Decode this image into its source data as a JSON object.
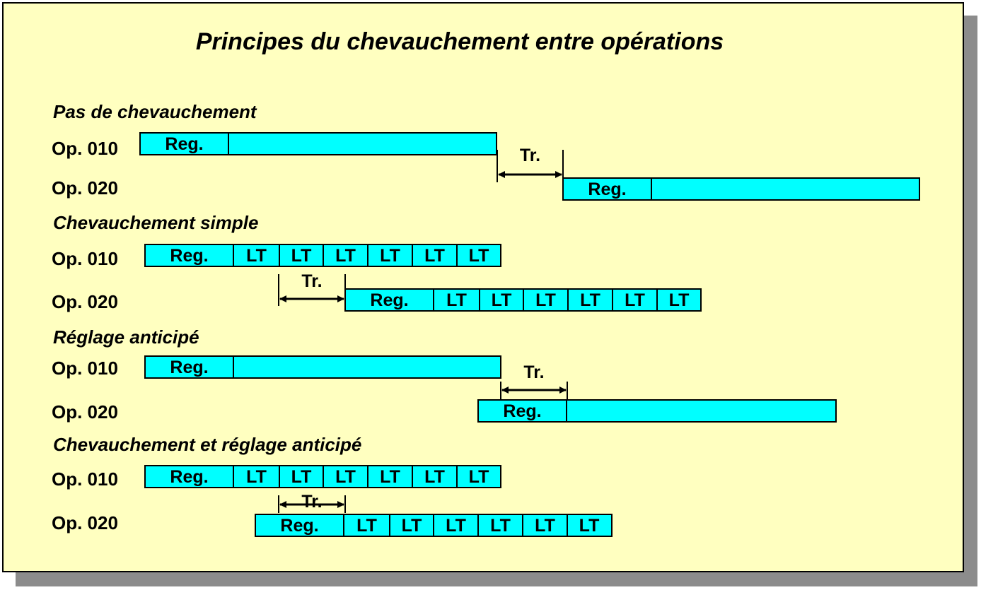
{
  "title": "Principes du chevauchement entre opérations",
  "colors": {
    "background": "#ffffc0",
    "bar": "#00ffff",
    "shadow": "#8c8c8c",
    "ink": "#000000"
  },
  "sections": [
    {
      "heading": "Pas de chevauchement",
      "rows": [
        {
          "label": "Op. 010",
          "cells": [
            "Reg.",
            ""
          ]
        },
        {
          "label": "Op. 020",
          "cells": [
            "Reg.",
            ""
          ]
        }
      ],
      "transfer": "Tr."
    },
    {
      "heading": "Chevauchement simple",
      "rows": [
        {
          "label": "Op. 010",
          "cells": [
            "Reg.",
            "LT",
            "LT",
            "LT",
            "LT",
            "LT",
            "LT"
          ]
        },
        {
          "label": "Op. 020",
          "cells": [
            "Reg.",
            "LT",
            "LT",
            "LT",
            "LT",
            "LT",
            "LT"
          ]
        }
      ],
      "transfer": "Tr."
    },
    {
      "heading": "Réglage anticipé",
      "rows": [
        {
          "label": "Op. 010",
          "cells": [
            "Reg.",
            ""
          ]
        },
        {
          "label": "Op. 020",
          "cells": [
            "Reg.",
            ""
          ]
        }
      ],
      "transfer": "Tr."
    },
    {
      "heading": "Chevauchement et réglage anticipé",
      "rows": [
        {
          "label": "Op. 010",
          "cells": [
            "Reg.",
            "LT",
            "LT",
            "LT",
            "LT",
            "LT",
            "LT"
          ]
        },
        {
          "label": "Op. 020",
          "cells": [
            "Reg.",
            "LT",
            "LT",
            "LT",
            "LT",
            "LT",
            "LT"
          ]
        }
      ],
      "transfer": "Tr."
    }
  ]
}
